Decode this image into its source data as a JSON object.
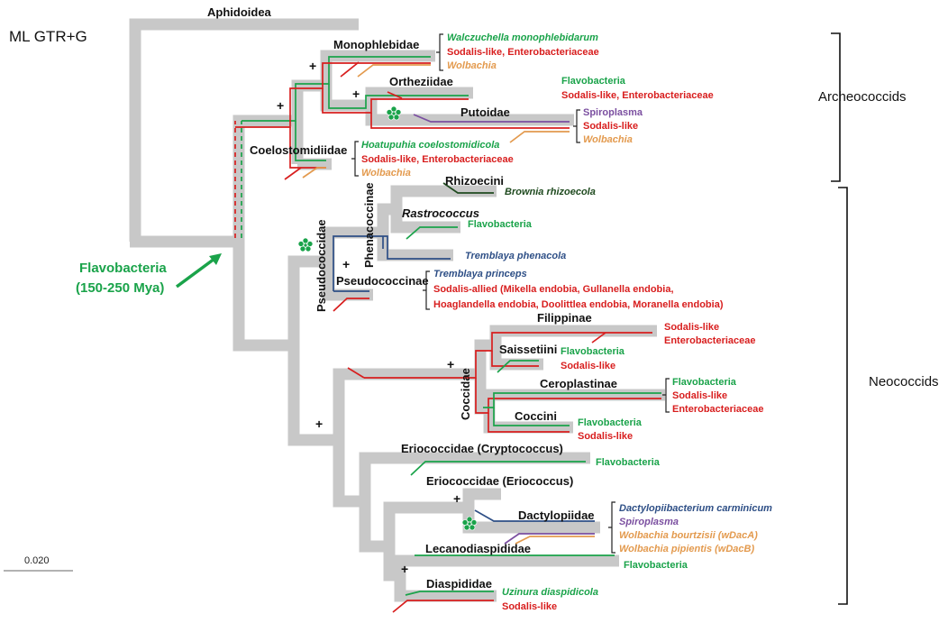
{
  "title": "ML GTR+G",
  "scale": "0.020",
  "colors": {
    "branch": "#c8c8c8",
    "flavo": "#1aa34a",
    "sodalis": "#d81e1e",
    "wolbachia": "#e39a4e",
    "spiroplasma": "#7b4fa0",
    "tremblaya": "#2e4f86",
    "brownia": "#1f4a1f",
    "dactylo": "#2e4f86"
  },
  "marker_icon": "flower-icon",
  "groups": {
    "archeococcids": "Archeococcids",
    "neococcids": "Neococcids"
  },
  "flavo_origin": {
    "line1": "Flavobacteria",
    "line2": "(150-250 Mya)"
  },
  "taxa": {
    "aphidoidea": "Aphidoidea",
    "monophlebidae": "Monophlebidae",
    "ortheziidae": "Ortheziidae",
    "putoidae": "Putoidae",
    "coelostomidiidae": "Coelostomidiidae",
    "rhizoecini": "Rhizoecini",
    "rastrococcus": "Rastrococcus",
    "phenacoccinae": "Phenacoccinae",
    "pseudococcidae": "Pseudococcidae",
    "pseudococcinae": "Pseudococcinae",
    "filippinae": "Filippinae",
    "saissetiini": "Saissetiini",
    "coccidae": "Coccidae",
    "ceroplastinae": "Ceroplastinae",
    "coccini": "Coccini",
    "eriococcidae_crypto": "Eriococcidae (Cryptococcus)",
    "eriococcidae_erio": "Eriococcidae (Eriococcus)",
    "dactylopiidae": "Dactylopiidae",
    "lecanodiaspididae": "Lecanodiaspididae",
    "diaspididae": "Diaspididae"
  },
  "symbionts": {
    "monophlebidae": [
      "Walczuchella monophlebidarum",
      "Sodalis-like, Enterobacteriaceae",
      "Wolbachia"
    ],
    "ortheziidae": [
      "Flavobacteria",
      "Sodalis-like, Enterobacteriaceae"
    ],
    "putoidae": [
      "Spiroplasma",
      "Sodalis-like",
      "Wolbachia"
    ],
    "coelostomidiidae": [
      "Hoatupuhia coelostomidicola",
      "Sodalis-like, Enterobacteriaceae",
      "Wolbachia"
    ],
    "rhizoecini": [
      "Brownia rhizoecola"
    ],
    "rastrococcus": [
      "Flavobacteria"
    ],
    "phenacoccinae": [
      "Tremblaya phenacola"
    ],
    "pseudococcinae": [
      "Tremblaya princeps",
      "Sodalis-allied (Mikella endobia, Gullanella endobia,",
      "Hoaglandella endobia, Doolittlea endobia, Moranella endobia)"
    ],
    "filippinae": [
      "Sodalis-like",
      "Enterobacteriaceae"
    ],
    "saissetiini": [
      "Flavobacteria",
      "Sodalis-like"
    ],
    "ceroplastinae": [
      "Flavobacteria",
      "Sodalis-like",
      "Enterobacteriaceae"
    ],
    "coccini": [
      "Flavobacteria",
      "Sodalis-like"
    ],
    "eriococcidae_crypto": [
      "Flavobacteria"
    ],
    "dactylopiidae": [
      "Dactylopiibacterium carminicum",
      "Spiroplasma",
      "Wolbachia bourtzisii (wDacA)",
      "Wolbachia pipientis (wDacB)"
    ],
    "lecanodiaspididae": [
      "Flavobacteria"
    ],
    "diaspididae": [
      "Uzinura diaspidicola",
      "Sodalis-like"
    ]
  },
  "node_marks": {
    "plus": "+"
  }
}
